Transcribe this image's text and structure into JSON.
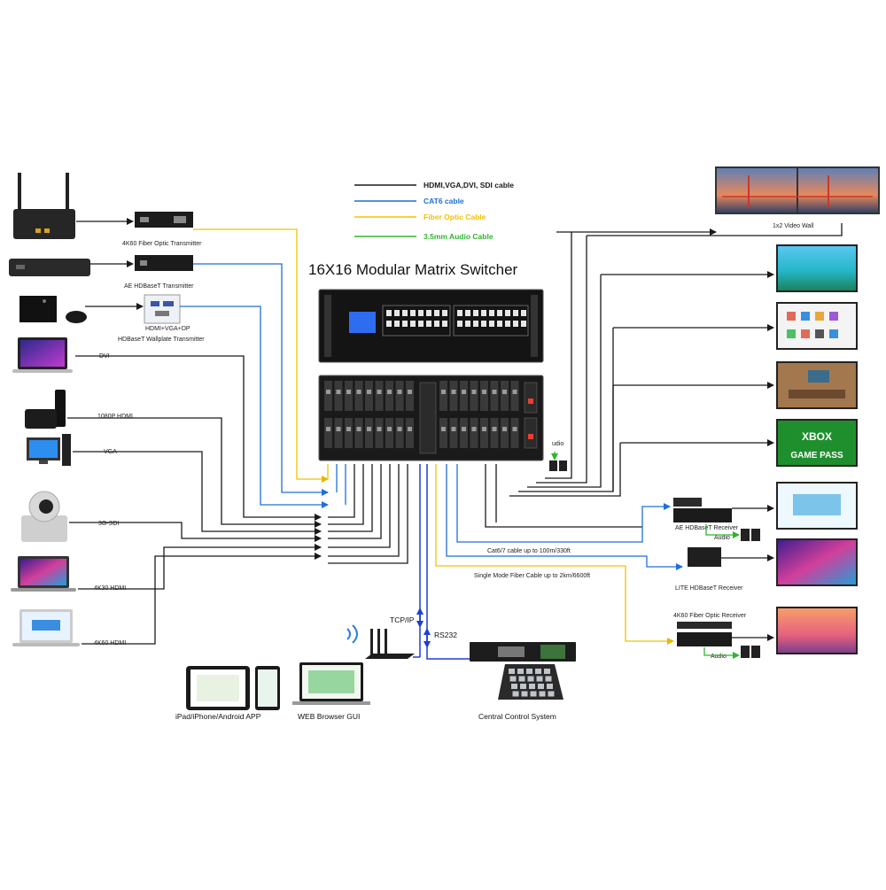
{
  "title": "16X16 Modular Matrix Switcher",
  "legend": [
    {
      "label": "HDMI,VGA,DVI, SDI cable",
      "color": "#1a1a1a"
    },
    {
      "label": "CAT6 cable",
      "color": "#1e6fd9"
    },
    {
      "label": "Fiber Optic Cable",
      "color": "#f2c200"
    },
    {
      "label": "3.5mm Audio Cable",
      "color": "#2fb52f"
    }
  ],
  "colors": {
    "hdmi": "#1a1a1a",
    "cat6": "#1e6fd9",
    "fiber": "#f2c200",
    "audio": "#2fb52f",
    "netblue": "#1f3fd1"
  },
  "inputs": {
    "fiber_tx": "4K60 Fiber Optic Transmitter",
    "ae_tx": "AE HDBaseT Transmitter",
    "wallplate_ports": "HDMI+VGA+DP",
    "wallplate_tx": "HDBaseT Wallplate Transmitter",
    "dvi": "DVI",
    "hdmi1080": "1080P HDMI",
    "vga": "VGA",
    "sdi": "3G-SDI",
    "hdmi4k30": "4K30 HDMI",
    "hdmi4k60": "4K60 HDMI"
  },
  "outputs": {
    "video_wall": "1x2 Video Wall",
    "xbox_line1": "XBOX",
    "xbox_line2": "GAME PASS",
    "audio_short": "udio",
    "ae_rx": "AE HDBaseT Receiver",
    "lite_rx": "LITE HDBaseT Receiver",
    "fiber_rx": "4K60 Fiber Optic Receiver",
    "audio1": "Audio",
    "audio2": "Audio",
    "cat6_note": "Cat6/7 cable up to 100m/330ft",
    "fiber_note": "Single Mode Fiber Cable up to 2km/6600ft"
  },
  "control": {
    "tcpip": "TCP/IP",
    "rs232": "RS232",
    "app": "iPad/iPhone/Android APP",
    "web": "WEB Browser GUI",
    "central": "Central Control System"
  },
  "icons": [
    "router-icon",
    "blu-ray-player-icon",
    "game-console-icon",
    "laptop-icon",
    "apple-tv-icon",
    "desktop-pc-icon",
    "ptz-camera-icon",
    "wifi-router-icon",
    "tablet-icon",
    "phone-icon",
    "keypad-icon",
    "tv-icon",
    "speaker-icon"
  ]
}
